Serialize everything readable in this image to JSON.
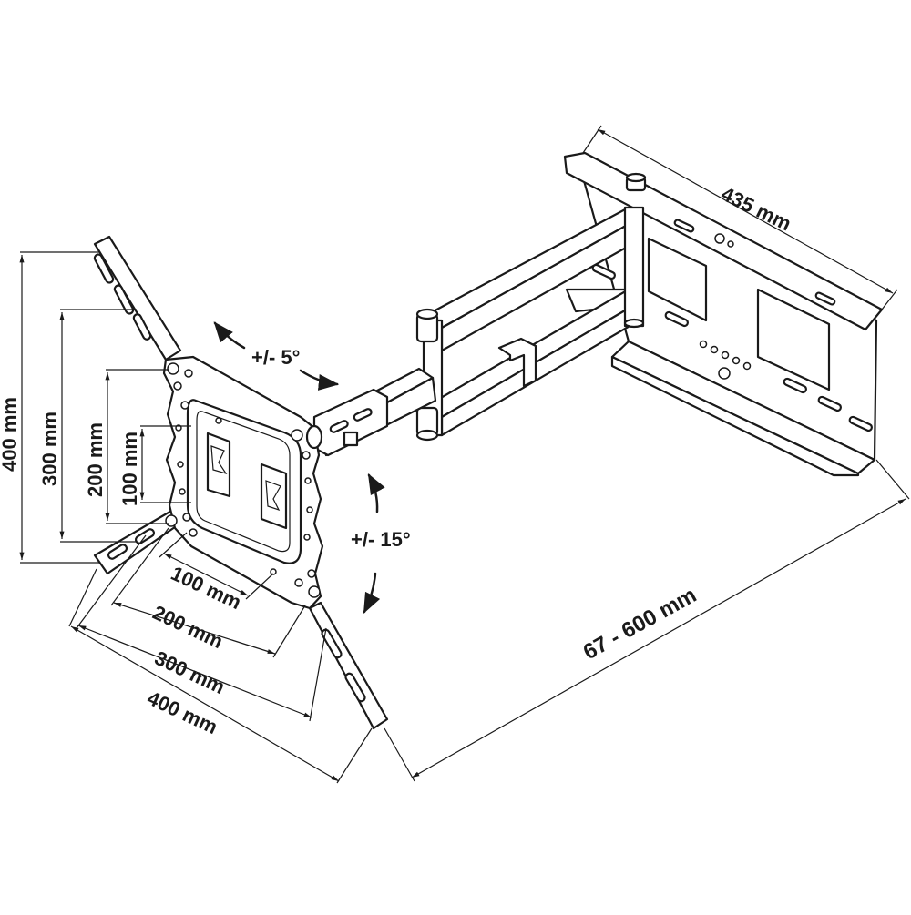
{
  "diagram": {
    "labels": {
      "mount_width": "435 mm",
      "wall_distance": "67 - 600 mm",
      "tilt": "+/- 5°",
      "swivel": "+/- 15°"
    },
    "vertical_dims": [
      "400 mm",
      "300 mm",
      "200 mm",
      "100 mm"
    ],
    "horizontal_dims": [
      "100 mm",
      "200 mm",
      "300 mm",
      "400 mm"
    ]
  }
}
